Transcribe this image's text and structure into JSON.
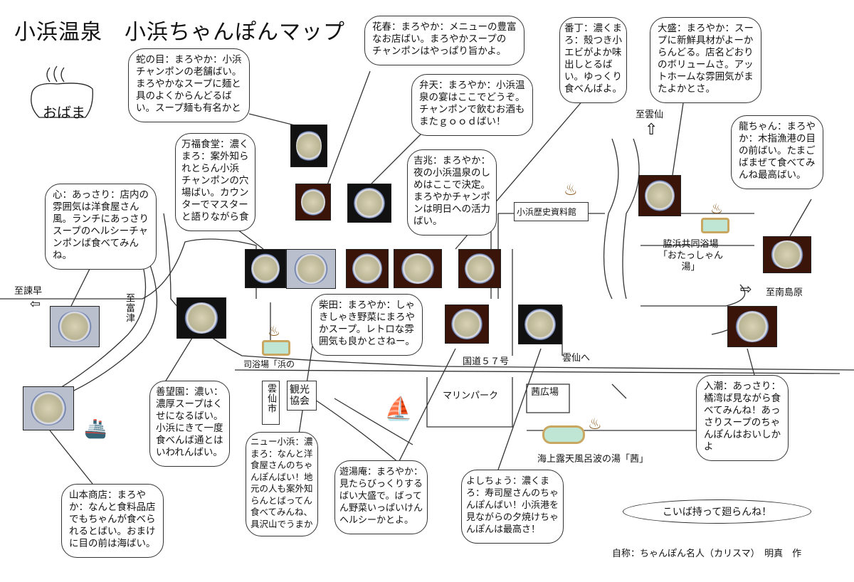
{
  "title": "小浜温泉　小浜ちゃんぽんマップ",
  "logo_text": "おばま",
  "shops": [
    {
      "id": "janome",
      "text": "蛇の目：まろやか：小浜\nチャンポンの老舗ばい。\nまろやかなスープに麺と\n具のよくからんどるば\nい。スープ麺も有名かと"
    },
    {
      "id": "kashun",
      "text": "花春：まろやか：メニューの豊富\nなお店ばい。まろやかスープの\nチャンポンはやっぱり旨かよ。"
    },
    {
      "id": "benten",
      "text": "弁天：まろやか：小浜温\n泉の宴はここでどうぞ。\nチャンポンで飲むお酒も\nまたｇｏｏｄばい！"
    },
    {
      "id": "bancho",
      "text": "番丁：濃くま\nろ：殻つき小\nエビがよか味\n出しとるば\nい。ゆっくり\n食べんばよ。"
    },
    {
      "id": "omori",
      "text": "大盛：まろやか：スー\nプに新鮮具材がよーか\nらんどる。店名どおり\nのボリュームさ。アッ\nトホームな雰囲気がま\nたよかとさ。"
    },
    {
      "id": "ryuchan",
      "text": "龍ちゃん：まろや\nか：木指漁港の目\nの前ばい。たまご\nばまぜて食べてみ\nんね最高ばい。"
    },
    {
      "id": "manpuku",
      "text": "万福食堂：濃く\nまろ：案外知ら\nれとらん小浜\nチャンポンの穴\n場ばい。カウン\nターでマスター\nと語りながら食"
    },
    {
      "id": "kokoro",
      "text": "心：あっさり：店内の\n雰囲気は洋食屋さん\n風。ランチにあっさり\nスープのヘルシーチャ\nンポンば食べてみん\nね。"
    },
    {
      "id": "kitcho",
      "text": "吉兆：まろやか：\n夜の小浜温泉のし\nめはここで決定。\nまろやかチャンポ\nンは明日への活力\nばい。"
    },
    {
      "id": "shibata",
      "text": "柴田：まろやか：しゃ\nきしゃき野菜にまろや\nかスープ。レトロな雰\n囲気も良かとさねー。"
    },
    {
      "id": "zenboen",
      "text": "善望園：濃い：\n濃厚スープはく\nせになるばい。\n小浜にきて一度\n食べんば通とは\nいわれんばい。"
    },
    {
      "id": "new_obama",
      "text": "ニュー小浜：濃\nまろ：なんと洋\n食屋さんのちゃ\nんぽんばい！地\n元の人も案外知\nらんとばってん\n食べてみんね、\n具沢山でうまか"
    },
    {
      "id": "yamamoto",
      "text": "山本商店：まろや\nか：なんと食料品店\nでもちゃんが食べら\nれるとばい。おまけ\nに目の前は海ばい。"
    },
    {
      "id": "yutoan",
      "text": "遊湯庵：まろやか：\n見たらびっくりする\nばい大盛で。ばって\nん野菜いっぱいけん\nヘルシーかとよ。"
    },
    {
      "id": "yoshicho",
      "text": "よしちょう：濃くま\nろ：寿司屋さんのちゃ\nんぽんばい！小浜港を\n見ながらの夕焼けちゃ\nんぽんは最高さ！"
    },
    {
      "id": "irishio",
      "text": "入潮：あっさり：\n橘湾ば見ながら食\nべてみんね！あっ\nさりスープのちゃ\nんぽんはおいしか\nよ"
    }
  ],
  "places": {
    "to_isahaya": "至諫早",
    "to_tomitsu": "至富津",
    "to_unzen": "至雲仙",
    "to_minamishimabara": "至南島原",
    "history_museum": "小浜歴史資料館",
    "wakihama_bath": "脇浜共同浴場\n「おたっしゃん\n湯」",
    "hamanoyu": "司浴場「浜の",
    "route57": "国道５７号",
    "to_unzen2": "雲仙へ",
    "marine_park": "マリンパーク",
    "akane_plaza": "茜広場",
    "namino_yu": "海上露天風呂波の湯「茜」",
    "unzen_city": "雲仙市",
    "tourism_assoc": "観光協会"
  },
  "slogan": "こいば持って廻らんね！",
  "credit": "自称：ちゃんぽん名人（カリスマ）　明真　作"
}
